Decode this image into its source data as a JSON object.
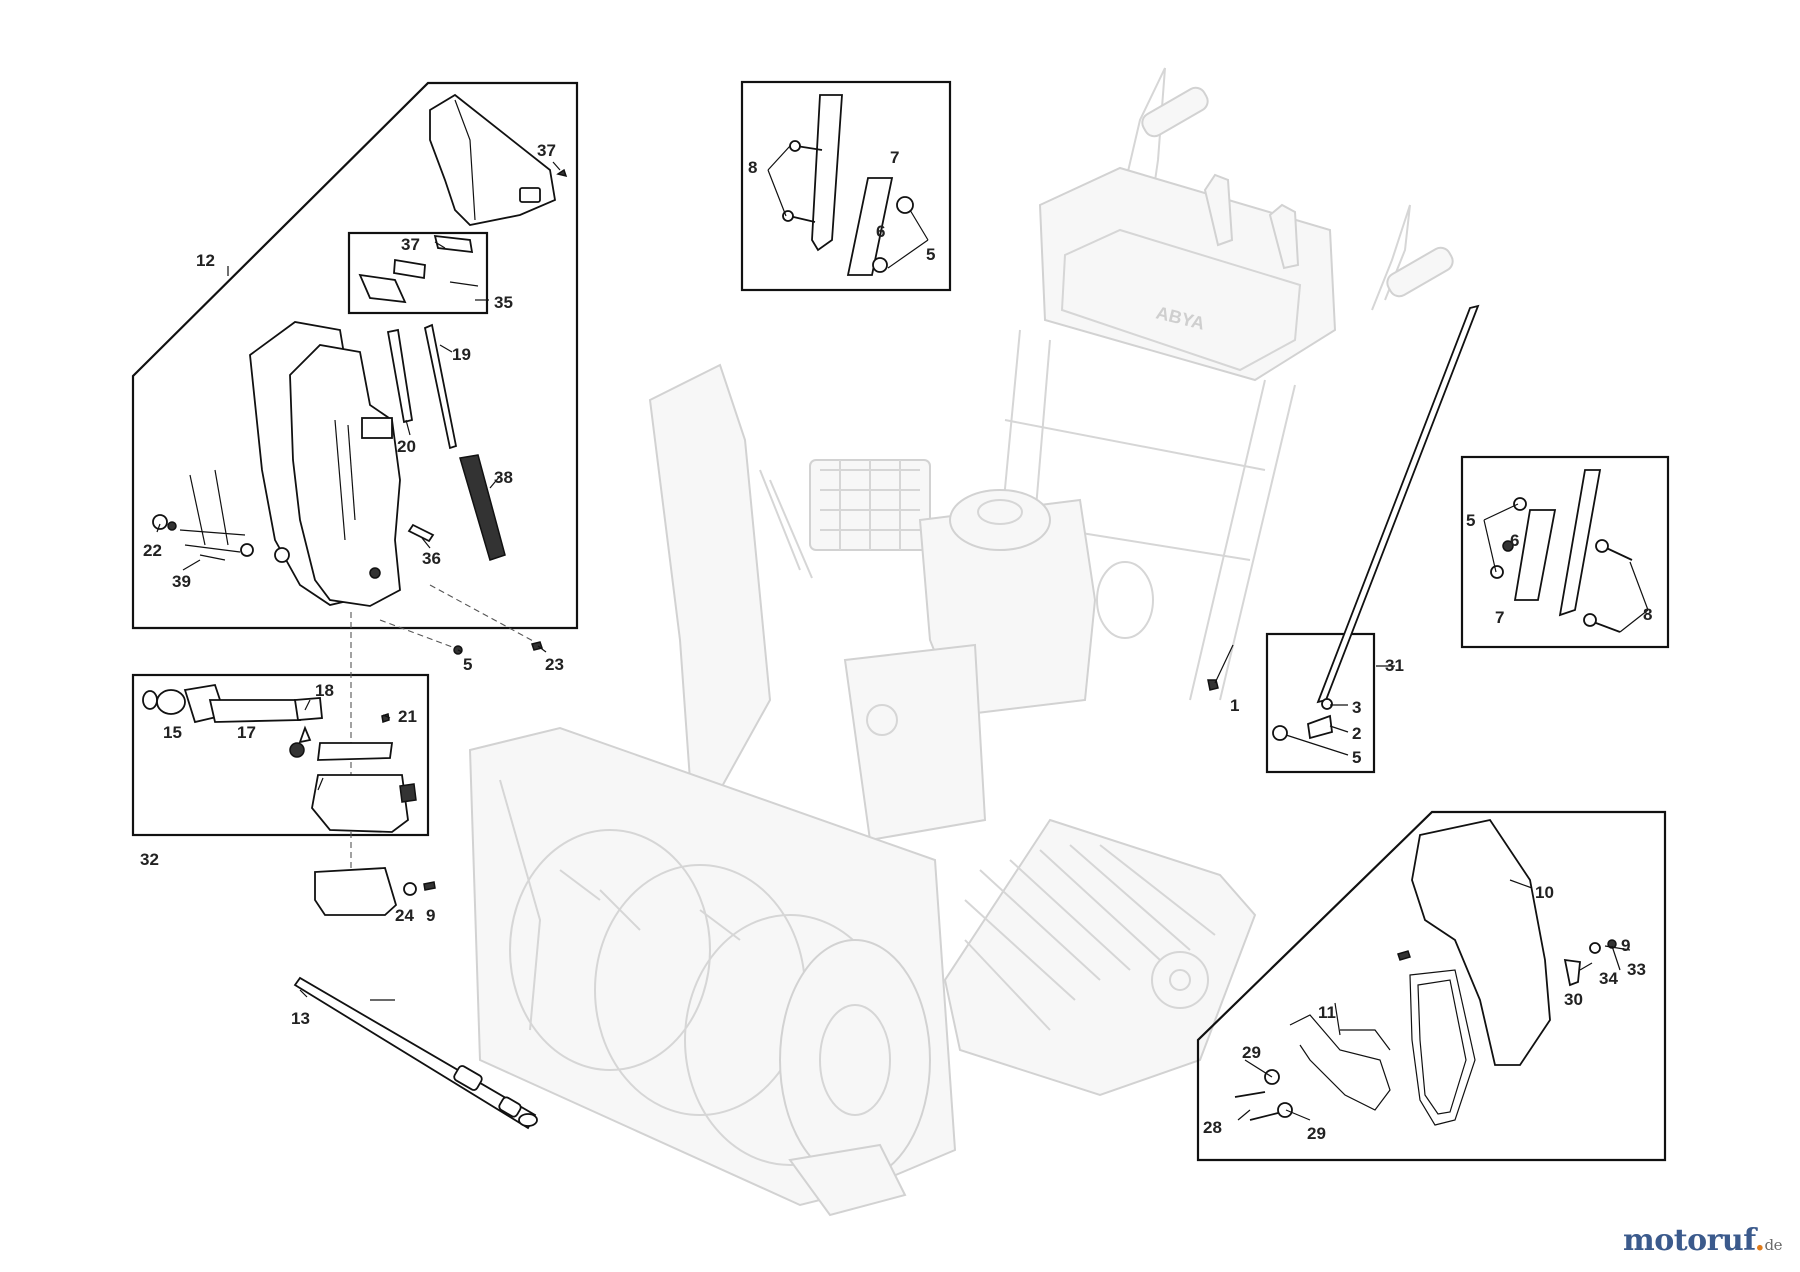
{
  "labels": {
    "p1": "1",
    "p2": "2",
    "p3": "3",
    "p5_a": "5",
    "p5_b": "5",
    "p5_c": "5",
    "p5_d": "5",
    "p6_a": "6",
    "p6_b": "6",
    "p7_a": "7",
    "p7_b": "7",
    "p8_a": "8",
    "p8_b": "8",
    "p9_a": "9",
    "p9_b": "9",
    "p10": "10",
    "p11": "11",
    "p12": "12",
    "p13": "13",
    "p15": "15",
    "p17": "17",
    "p18": "18",
    "p19": "19",
    "p20": "20",
    "p21": "21",
    "p22": "22",
    "p23": "23",
    "p24": "24",
    "p28": "28",
    "p29_a": "29",
    "p29_b": "29",
    "p30": "30",
    "p31": "31",
    "p32": "32",
    "p33": "33",
    "p34": "34",
    "p35": "35",
    "p36": "36",
    "p37_a": "37",
    "p37_b": "37",
    "p38": "38",
    "p39": "39"
  },
  "brand_plate": "ABYA",
  "watermark": {
    "main": "motoruf",
    "dot": ".",
    "tld": "de"
  }
}
